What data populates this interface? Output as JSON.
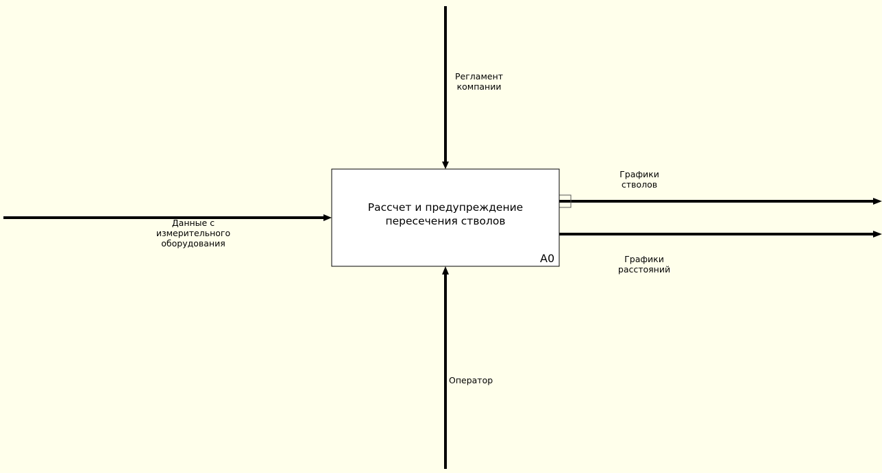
{
  "diagram": {
    "activity": {
      "title_line1": "Рассчет и предупреждение",
      "title_line2": "пересечения стволов",
      "id": "A0"
    },
    "arrows": {
      "control": {
        "line1": "Регламент",
        "line2": "компании"
      },
      "input": {
        "line1": "Данные с",
        "line2": "измерительного",
        "line3": "оборудования"
      },
      "output1": {
        "line1": "Графики",
        "line2": "стволов"
      },
      "output2": {
        "line1": "Графики",
        "line2": "расстояний"
      },
      "mechanism": {
        "line1": "Оператор"
      }
    },
    "colors": {
      "background": "#ffffeb",
      "box_fill": "#ffffff",
      "line": "#000000"
    }
  }
}
